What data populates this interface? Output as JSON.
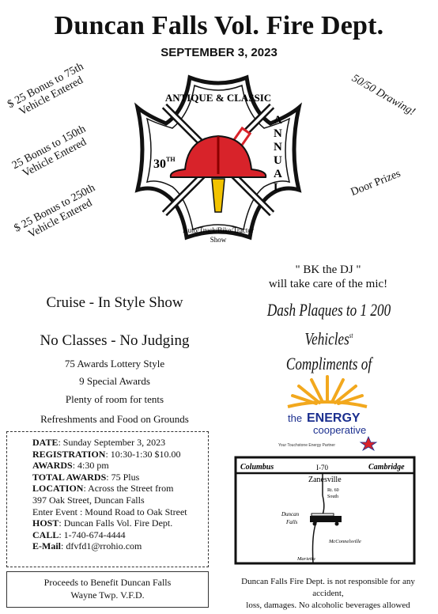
{
  "header": {
    "title": "Duncan Falls Vol. Fire Dept.",
    "date": "SEPTEMBER 3, 2023"
  },
  "left_bonuses": [
    {
      "line1": "$ 25 Bonus to 75th",
      "line2": "Vehicle Entered"
    },
    {
      "line1": "25 Bonus to 150th",
      "line2": "Vehicle Entered"
    },
    {
      "line1": "$ 25 Bonus to 250th",
      "line2": "Vehicle Entered"
    }
  ],
  "right_extras": {
    "drawing": "50/50 Drawing!",
    "prizes": "Door Prizes"
  },
  "emblem": {
    "top_text": "ANTIQUE & CLASSIC",
    "side_text": "ANNUAL",
    "ordinal_number": "30",
    "ordinal_suffix": "TH",
    "bottom_line1": "Auto/Truck/Bike/Tractor",
    "bottom_line2": "Show"
  },
  "dj": {
    "line1": "\" BK the DJ \"",
    "line2": "will take care of the mic!"
  },
  "plaques": {
    "line1": "Dash Plaques to 1 200 Vehicles",
    "superscript": "st",
    "line2": "Compliments of"
  },
  "sponsor": {
    "name_prefix": "the",
    "name_main": "ENERGY",
    "name_sub": "cooperative",
    "tagline": "Your Touchstone Energy Partner",
    "sun_color": "#f2a81d",
    "brand_color": "#1b2f8f"
  },
  "features": {
    "cruise": "Cruise - In Style Show",
    "no_classes": "No Classes - No Judging",
    "awards_75": "75 Awards Lottery Style",
    "awards_9": "9 Special Awards",
    "tents": "Plenty of room for tents",
    "refreshments": "Refreshments and Food on Grounds"
  },
  "info": [
    {
      "label": "DATE",
      "value": ": Sunday September 3, 2023"
    },
    {
      "label": "REGISTRATION",
      "value": ": 10:30-1:30  $10.00"
    },
    {
      "label": "AWARDS",
      "value": ": 4:30 pm"
    },
    {
      "label": "TOTAL AWARDS",
      "value": ": 75 Plus"
    },
    {
      "label": "LOCATION",
      "value": ": Across the Street from"
    },
    {
      "label": "",
      "value": "397 Oak Street, Duncan Falls"
    },
    {
      "label": "",
      "value": "Enter Event : Mound Road to Oak Street"
    },
    {
      "label": "HOST",
      "value": ": Duncan Falls Vol. Fire Dept."
    },
    {
      "label": "CALL",
      "value": ": 1-740-674-4444"
    },
    {
      "label": "E-Mail",
      "value": ": dfvfd1@rrohio.com"
    }
  ],
  "proceeds": {
    "line1": "Proceeds to Benefit Duncan Falls",
    "line2": "Wayne Twp. V.F.D."
  },
  "map": {
    "columbus": "Columbus",
    "i70": "I-70",
    "cambridge": "Cambridge",
    "zanesville": "Zanesville",
    "route": "Rt. 60",
    "south": "South",
    "duncan": "Duncan",
    "falls": "Falls",
    "mcconnelsville": "McConnelsville",
    "marietta": "Marietta"
  },
  "disclaimer": {
    "line1": "Duncan Falls Fire Dept. is not responsible for any accident,",
    "line2": "loss, damages. No alcoholic beverages allowed"
  },
  "colors": {
    "helmet_red": "#d8232a",
    "helmet_yellow": "#f2c300"
  }
}
